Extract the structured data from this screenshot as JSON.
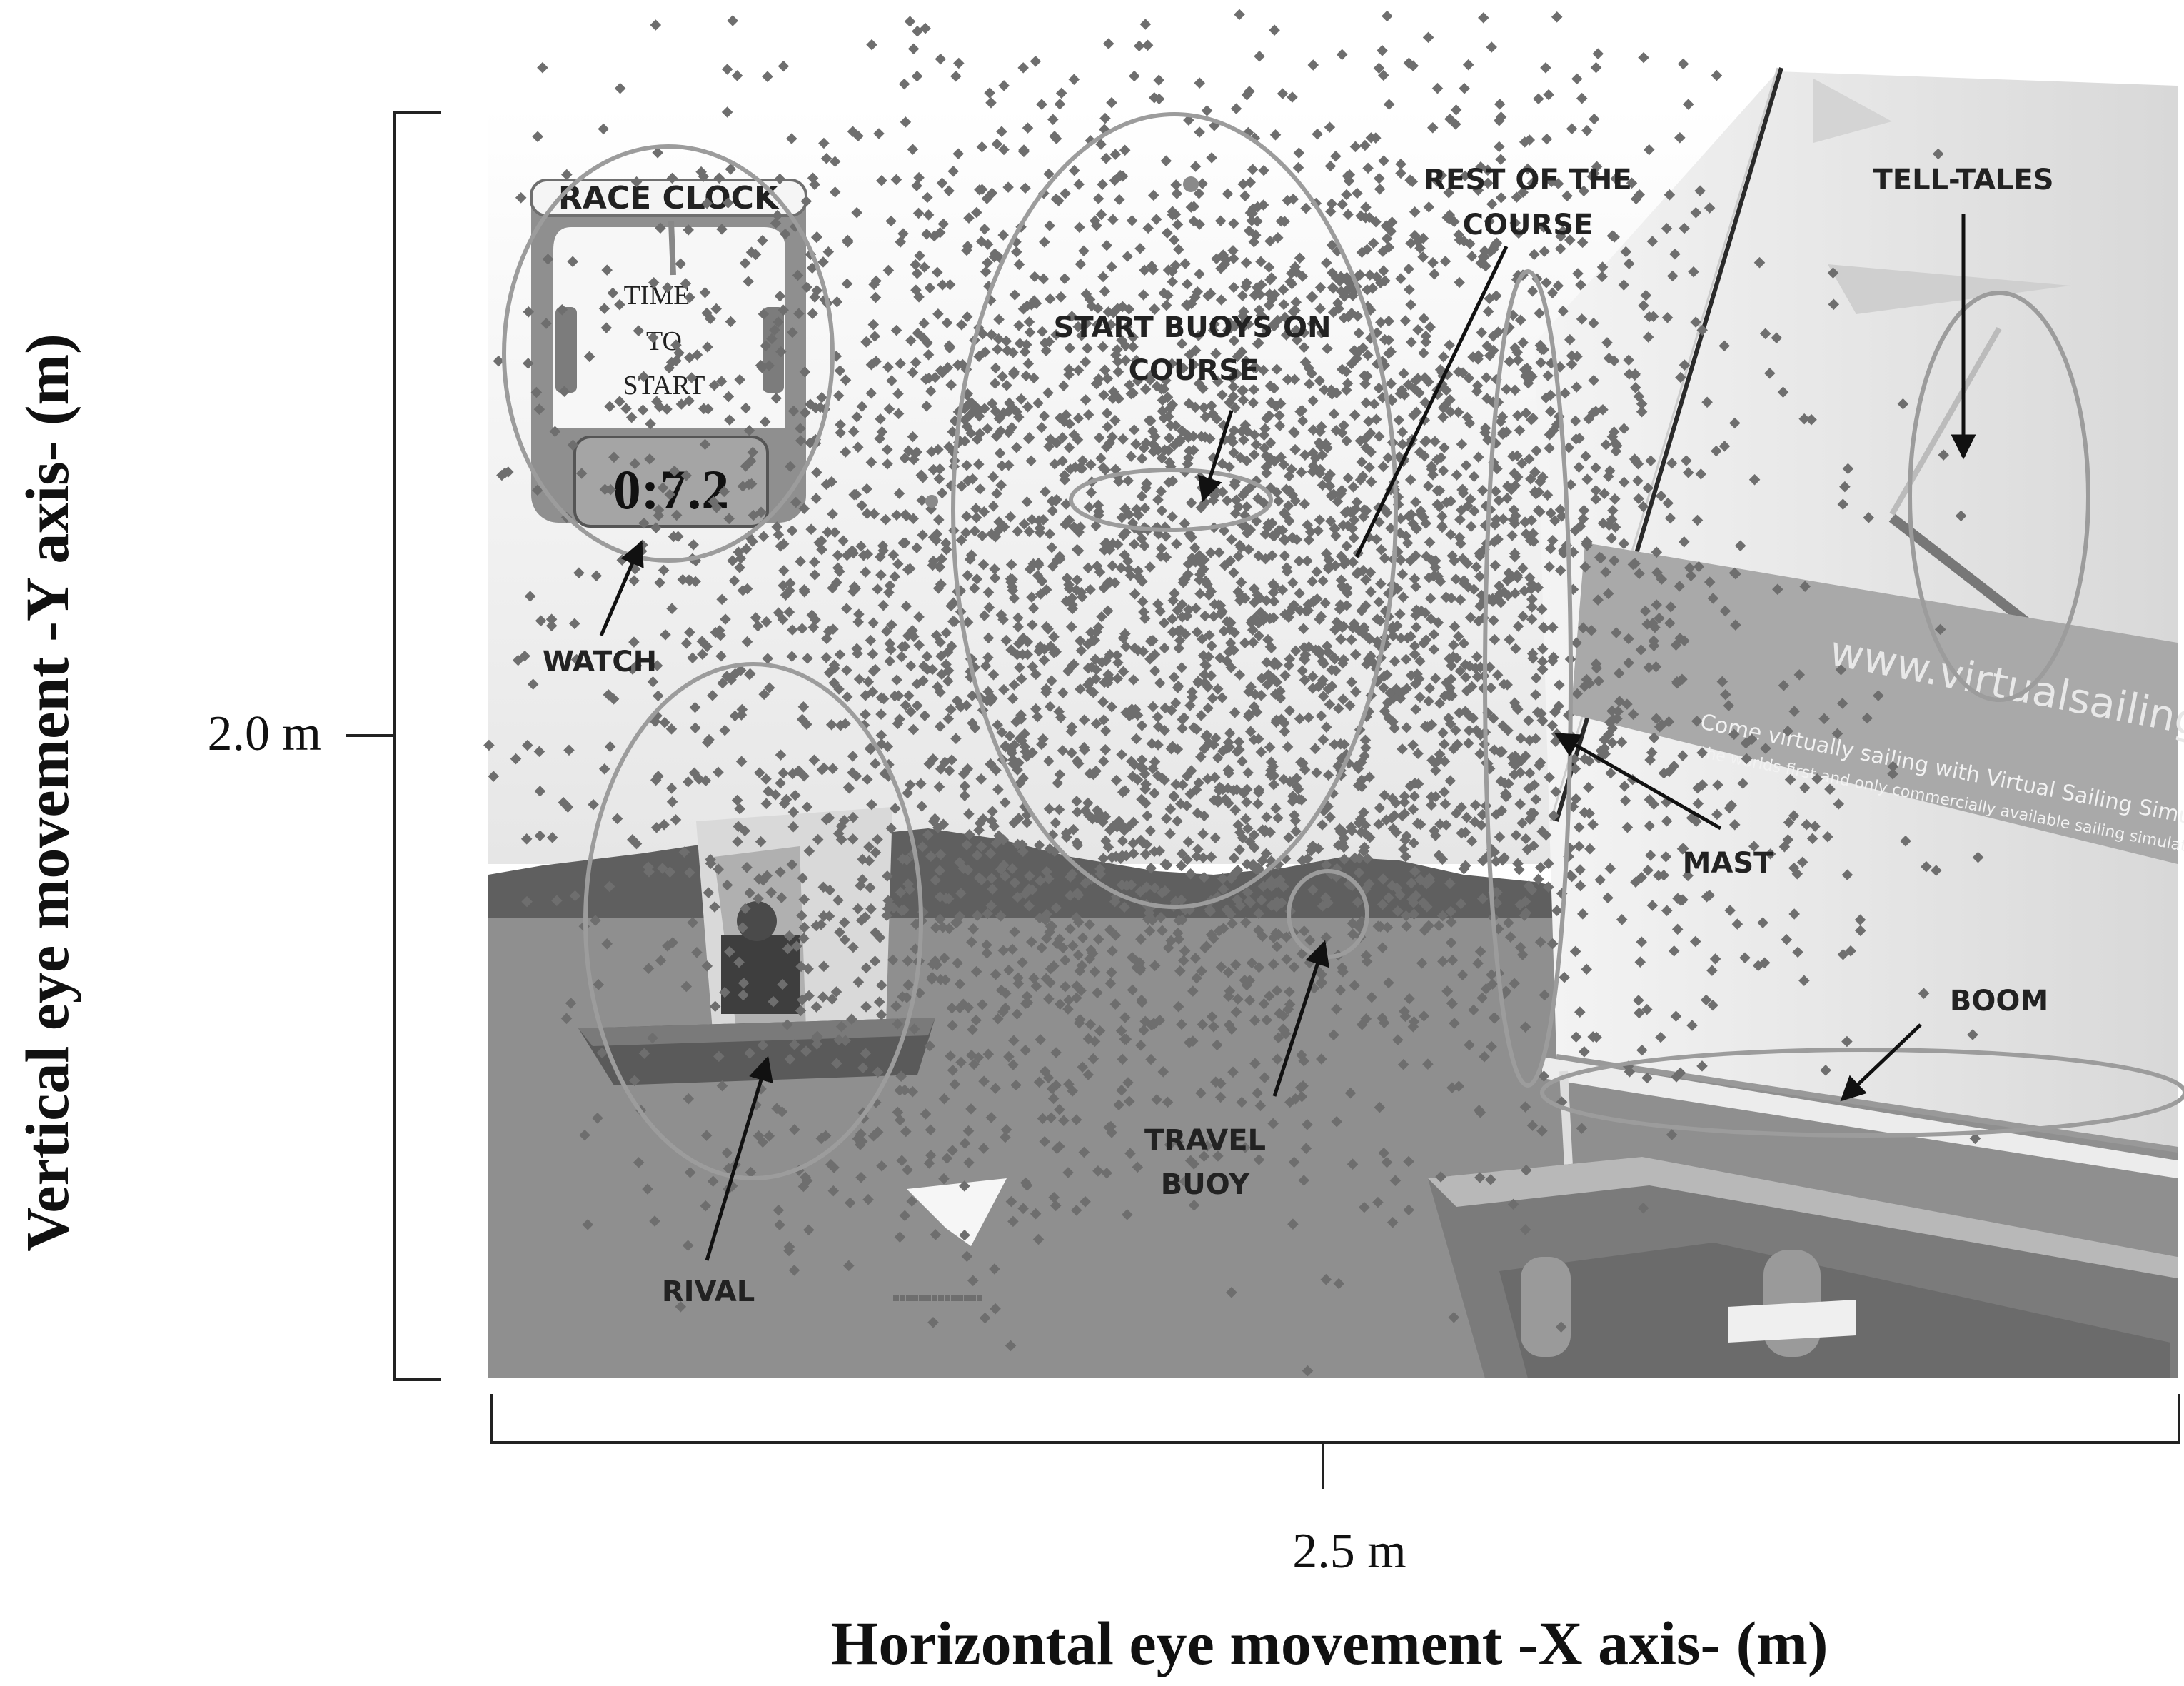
{
  "axes": {
    "x_title": "Horizontal eye movement -X axis- (m)",
    "y_title": "Vertical eye movement  -Y axis- (m)",
    "x_extent": "2.5 m",
    "y_extent": "2.0 m"
  },
  "scene": {
    "race_clock": {
      "header": "RACE CLOCK",
      "time_to_start": [
        "TIME",
        "TO",
        "START"
      ],
      "readout": "0:7.2"
    },
    "banner_lines": [
      "www.virtualsailing.com.au",
      "Come virtually sailing with Virtual Sailing Simulators",
      "the worlds first and only commercially available sailing simulator"
    ]
  },
  "areas_of_interest": {
    "watch": "WATCH",
    "start_buoys": [
      "START BUOYS ON",
      "COURSE"
    ],
    "rest_of_course": [
      "REST OF THE",
      "COURSE"
    ],
    "tell_tales": "TELL-TALES",
    "mast": "MAST",
    "boom": "BOOM",
    "travel_buoy": [
      "TRAVEL",
      "BUOY"
    ],
    "rival": "RIVAL"
  },
  "colors": {
    "fixation": "#6e6e6e",
    "ellipse": "#9c9c9c",
    "water": "#8f8f8f",
    "sky": "#c8c8c8",
    "hills": "#5a5a5a"
  }
}
